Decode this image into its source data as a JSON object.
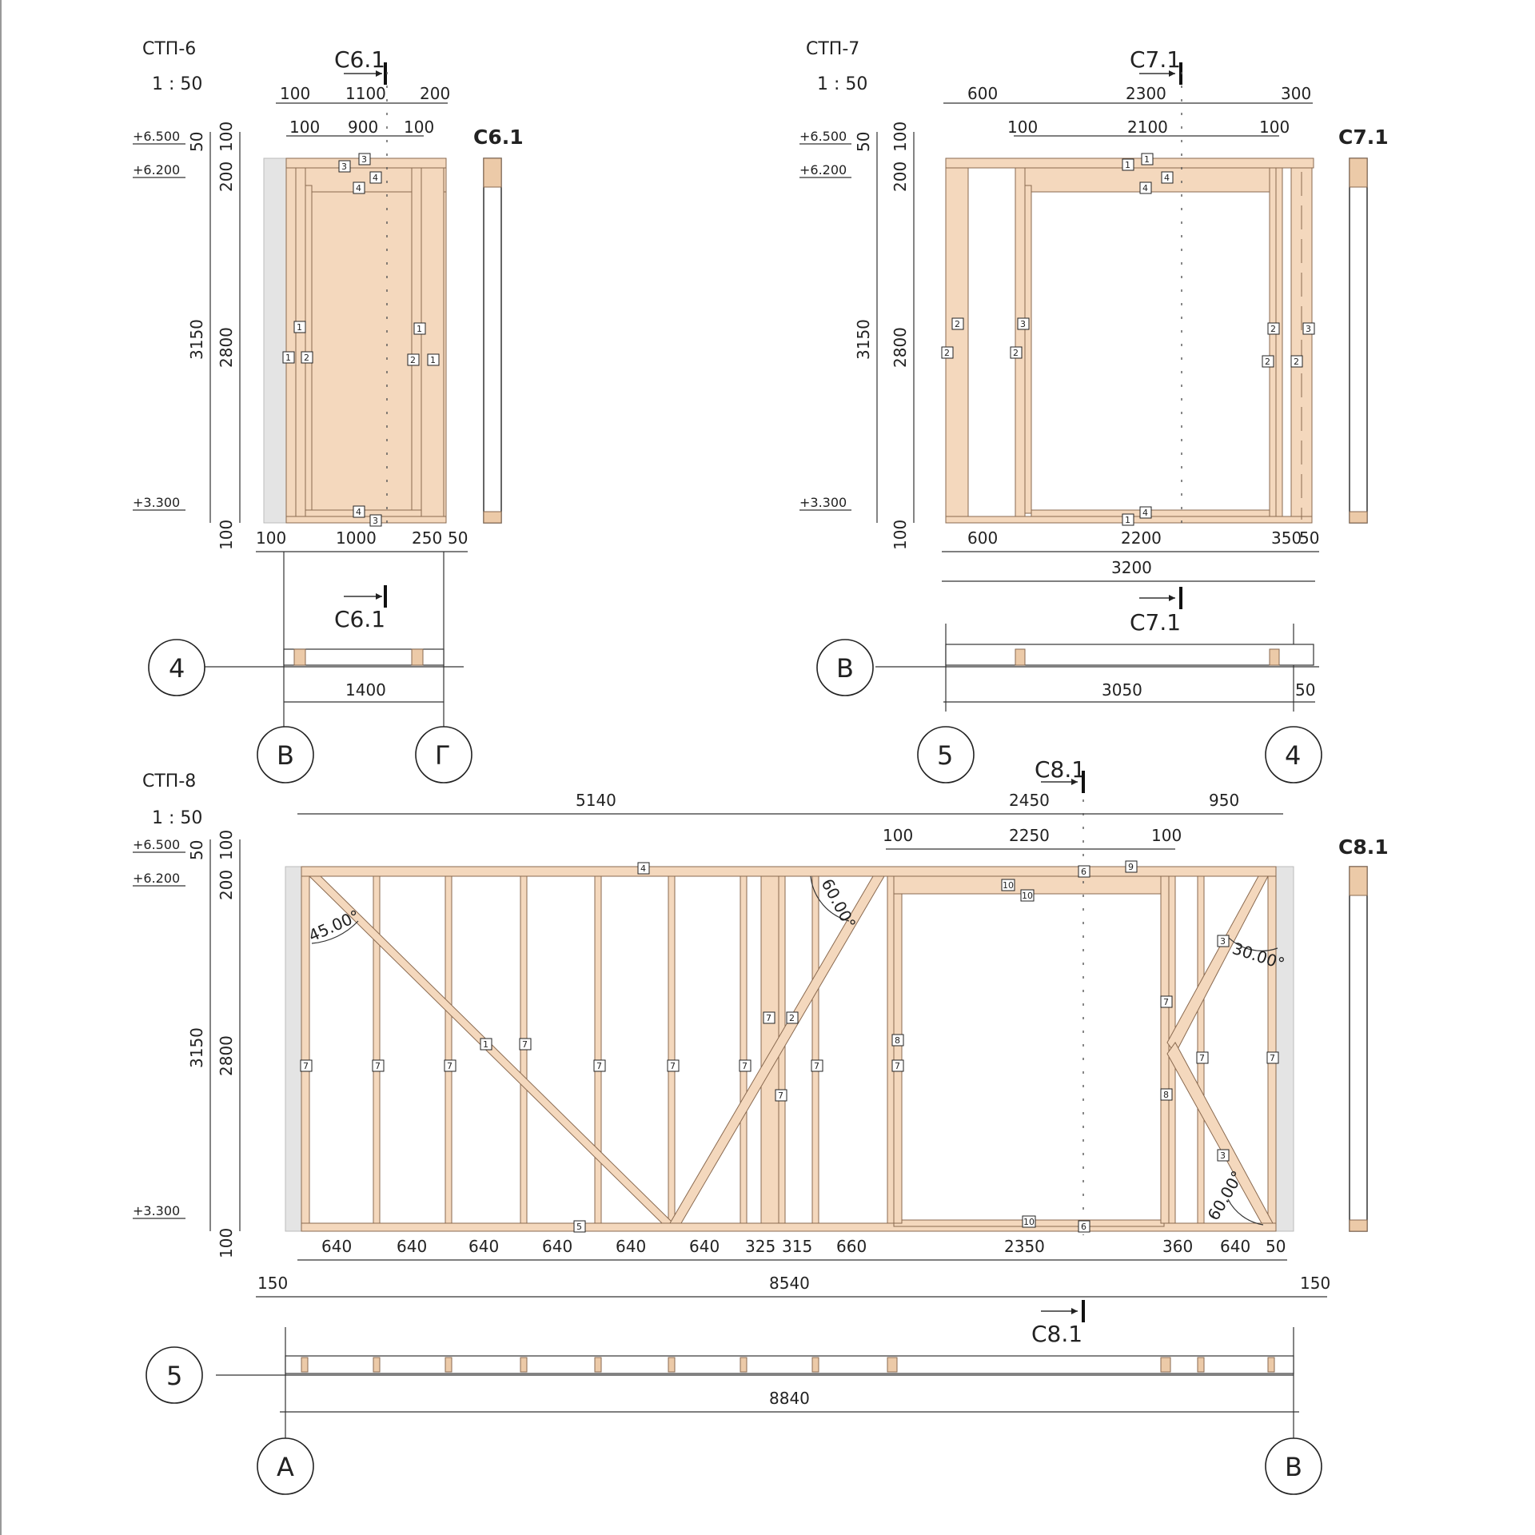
{
  "views": {
    "stp6": {
      "title": "СТП-6",
      "scale": "1 : 50",
      "section_label": "С6.1",
      "side_label": "С6.1",
      "dims_top_outer": [
        "100",
        "1100",
        "200"
      ],
      "dims_top_inner": [
        "100",
        "900",
        "100"
      ],
      "dims_left": [
        "50",
        "100",
        "200",
        "3150",
        "2800",
        "100"
      ],
      "dims_bottom": [
        "100",
        "1000",
        "250",
        "50"
      ],
      "plan_dim": "1400",
      "levels": [
        "+6.500",
        "+6.200",
        "+3.300"
      ],
      "grid": [
        "4",
        "В",
        "Г"
      ],
      "tags": [
        "3",
        "3",
        "4",
        "4",
        "1",
        "1",
        "2",
        "1",
        "2",
        "1",
        "4",
        "3"
      ]
    },
    "stp7": {
      "title": "СТП-7",
      "scale": "1 : 50",
      "section_label": "С7.1",
      "side_label": "С7.1",
      "dims_top_outer": [
        "600",
        "2300",
        "300"
      ],
      "dims_top_inner": [
        "100",
        "2100",
        "100"
      ],
      "dims_left": [
        "50",
        "100",
        "200",
        "3150",
        "2800",
        "100"
      ],
      "dims_bottom": [
        "600",
        "2200",
        "350",
        "50"
      ],
      "dims_bottom2": "3200",
      "plan_dims": [
        "3050",
        "50"
      ],
      "levels": [
        "+6.500",
        "+6.200",
        "+3.300"
      ],
      "grid": [
        "В",
        "5",
        "4"
      ],
      "tags": [
        "1",
        "1",
        "4",
        "4",
        "2",
        "2",
        "3",
        "2",
        "2",
        "3",
        "2",
        "2",
        "1",
        "4"
      ]
    },
    "stp8": {
      "title": "СТП-8",
      "scale": "1 : 50",
      "section_label": "С8.1",
      "side_label": "С8.1",
      "dims_top_outer": [
        "5140",
        "2450",
        "950"
      ],
      "dims_top_inner": [
        "100",
        "2250",
        "100"
      ],
      "dims_left": [
        "50",
        "100",
        "200",
        "3150",
        "2800",
        "100"
      ],
      "dims_bottom": [
        "640",
        "640",
        "640",
        "640",
        "640",
        "640",
        "325",
        "315",
        "660",
        "2350",
        "360",
        "640",
        "50"
      ],
      "dims_total": [
        "150",
        "8540",
        "150"
      ],
      "plan_dim": "8840",
      "levels": [
        "+6.500",
        "+6.200",
        "+3.300"
      ],
      "angles": [
        "45.00°",
        "60.00°",
        "30.00°",
        "60.00°"
      ],
      "grid": [
        "5",
        "А",
        "В"
      ],
      "tags": [
        "4",
        "6",
        "9",
        "10",
        "10",
        "7",
        "7",
        "7",
        "1",
        "7",
        "7",
        "7",
        "7",
        "2",
        "7",
        "7",
        "7",
        "8",
        "7",
        "3",
        "7",
        "8",
        "7",
        "7",
        "3",
        "5",
        "10",
        "6"
      ]
    }
  }
}
